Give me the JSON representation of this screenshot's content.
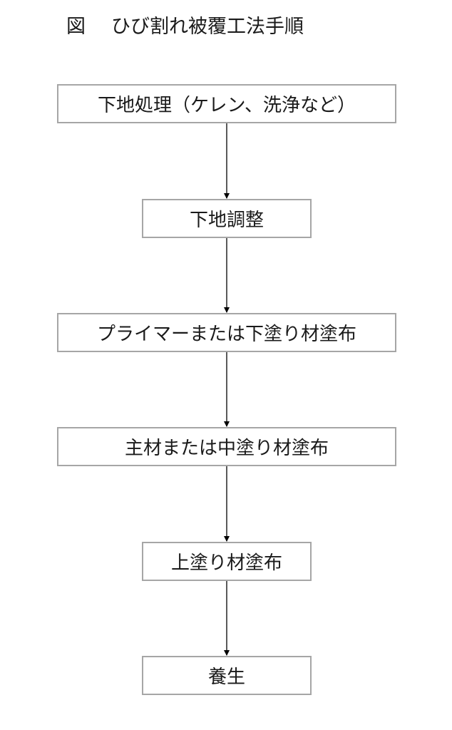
{
  "title": {
    "figure_label": "図",
    "text": "ひび割れ被覆工法手順"
  },
  "steps": [
    {
      "label": "下地処理（ケレン、洗浄など）"
    },
    {
      "label": "下地調整"
    },
    {
      "label": "プライマーまたは下塗り材塗布"
    },
    {
      "label": "主材または中塗り材塗布"
    },
    {
      "label": "上塗り材塗布"
    },
    {
      "label": "養生"
    }
  ],
  "style": {
    "box_border_color": "#a6a6a6",
    "arrow_color": "#000000",
    "text_color": "#1a1a1a"
  }
}
